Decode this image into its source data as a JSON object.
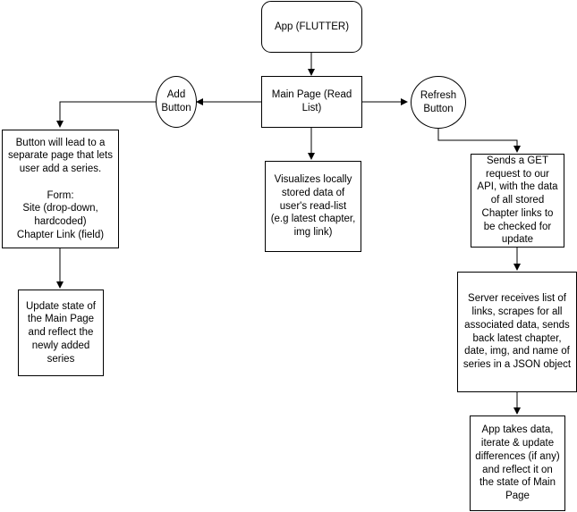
{
  "nodes": {
    "app": "App (FLUTTER)",
    "main_page": "Main Page (Read List)",
    "add_button": "Add Button",
    "refresh_button": "Refresh Button",
    "add_series_page": "Button will lead to a separate page that lets user add a series.\n\nForm:\nSite (drop-down, hardcoded)\nChapter Link (field)",
    "visualize": "Visualizes locally stored data of user's read-list (e.g latest chapter, img link)",
    "send_get": "Sends a GET request to our API, with the data of all stored Chapter links to be checked for update",
    "update_state": "Update state of the Main Page and reflect the newly added series",
    "server_receives": "Server receives list of links, scrapes for all associated data, sends back latest chapter, date, img, and name of series in a JSON object",
    "app_takes_data": "App takes data, iterate & update differences (if any) and reflect it on the state of Main Page"
  },
  "colors": {
    "stroke": "#000000",
    "fill": "#ffffff"
  }
}
